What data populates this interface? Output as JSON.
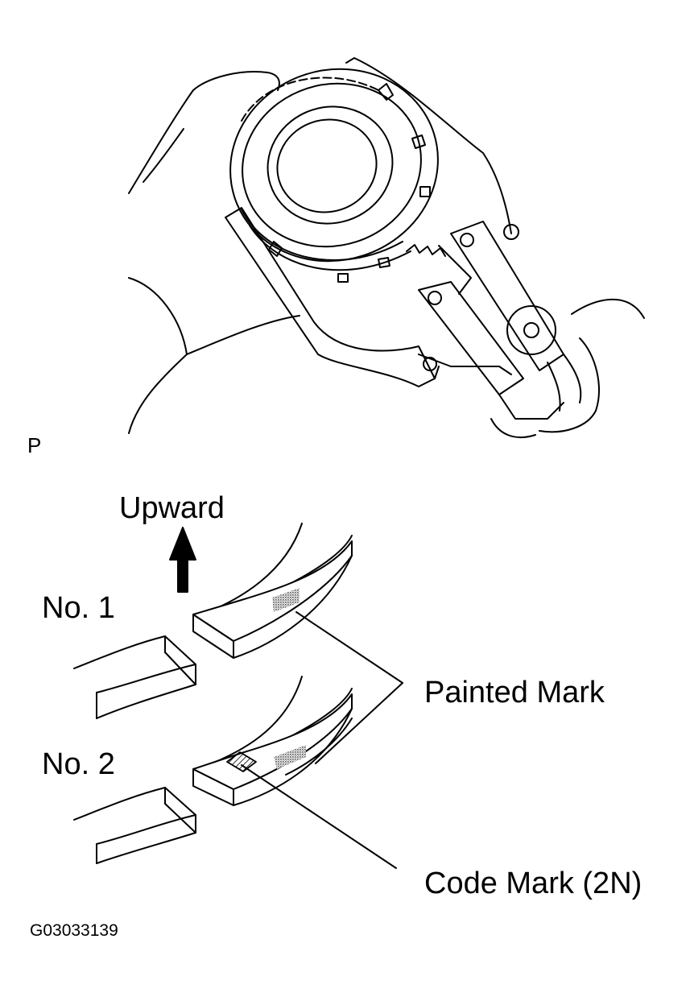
{
  "labels": {
    "view": "P",
    "direction": "Upward",
    "ring_1": "No. 1",
    "ring_2": "No. 2",
    "painted_mark": "Painted Mark",
    "code_mark": "Code Mark (2N)",
    "figure_id": "G03033139"
  },
  "colors": {
    "line": "#000000",
    "background": "#ffffff",
    "mark_shading": "#9a9a9a"
  },
  "icons": {
    "direction_arrow": "arrow-up-icon"
  }
}
